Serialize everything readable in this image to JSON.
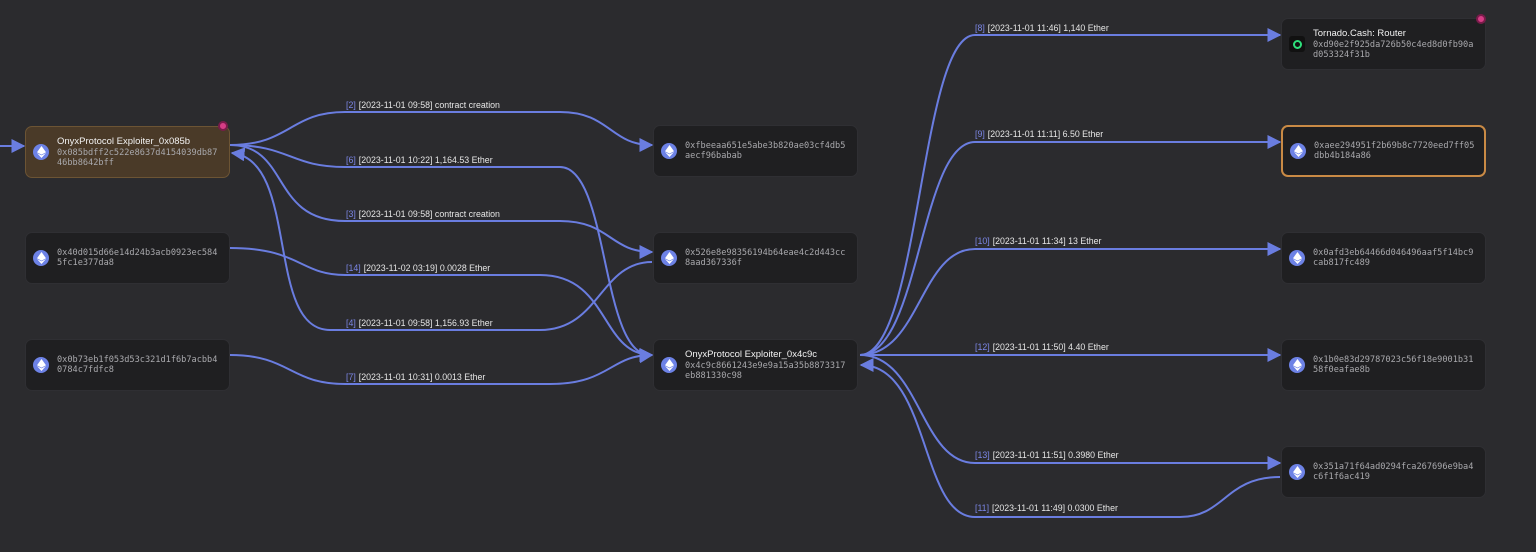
{
  "nodes": {
    "exploiter_085b": {
      "name": "OnyxProtocol Exploiter_0x085b",
      "address": "0x085bdff2c522e8637d4154039db8746bb8642bff"
    },
    "addr_fbeeaa": {
      "address": "0xfbeeaa651e5abe3b820ae03cf4db5aecf96babab"
    },
    "addr_40d0": {
      "address": "0x40d015d66e14d24b3acb0923ec5845fc1e377da8"
    },
    "addr_526e": {
      "address": "0x526e8e98356194b64eae4c2d443cc8aad367336f"
    },
    "addr_0b73": {
      "address": "0x0b73eb1f053d53c321d1f6b7acbb40784c7fdfc8"
    },
    "exploiter_4c9c": {
      "name": "OnyxProtocol Exploiter_0x4c9c",
      "address": "0x4c9c8661243e9e9a15a35b8873317eb881330c98"
    },
    "tornado": {
      "name": "Tornado.Cash: Router",
      "address": "0xd90e2f925da726b50c4ed8d0fb90ad053324f31b"
    },
    "addr_aee2": {
      "address": "0xaee294951f2b69b8c7720eed7ff05dbb4b184a86"
    },
    "addr_0afd": {
      "address": "0x0afd3eb64466d046496aaf5f14bc9cab817fc489"
    },
    "addr_1b0e": {
      "address": "0x1b0e83d29787023c56f18e9001b3158f0eafae8b"
    },
    "addr_351a": {
      "address": "0x351a71f64ad0294fca267696e9ba4c6f1f6ac419"
    }
  },
  "edges": [
    {
      "id": "e2",
      "index": "[2]",
      "text": "[2023-11-01 09:58] contract creation"
    },
    {
      "id": "e6",
      "index": "[6]",
      "text": "[2023-11-01 10:22] 1,164.53 Ether"
    },
    {
      "id": "e3",
      "index": "[3]",
      "text": "[2023-11-01 09:58] contract creation"
    },
    {
      "id": "e14",
      "index": "[14]",
      "text": "[2023-11-02 03:19] 0.0028 Ether"
    },
    {
      "id": "e4",
      "index": "[4]",
      "text": "[2023-11-01 09:58] 1,156.93 Ether"
    },
    {
      "id": "e7",
      "index": "[7]",
      "text": "[2023-11-01 10:31] 0.0013 Ether"
    },
    {
      "id": "e8",
      "index": "[8]",
      "text": "[2023-11-01 11:46] 1,140 Ether"
    },
    {
      "id": "e9",
      "index": "[9]",
      "text": "[2023-11-01 11:11] 6.50 Ether"
    },
    {
      "id": "e10",
      "index": "[10]",
      "text": "[2023-11-01 11:34] 13 Ether"
    },
    {
      "id": "e12",
      "index": "[12]",
      "text": "[2023-11-01 11:50] 4.40 Ether"
    },
    {
      "id": "e13",
      "index": "[13]",
      "text": "[2023-11-01 11:51] 0.3980 Ether"
    },
    {
      "id": "e11",
      "index": "[11]",
      "text": "[2023-11-01 11:49] 0.0300 Ether"
    }
  ],
  "colors": {
    "edge": "#6a7de0",
    "badge": "#d63d86",
    "selected_border": "#c98a45"
  },
  "icons": {
    "eth": "ethereum-icon",
    "tornado": "tornado-cash-icon",
    "remove": "remove-badge-icon"
  }
}
